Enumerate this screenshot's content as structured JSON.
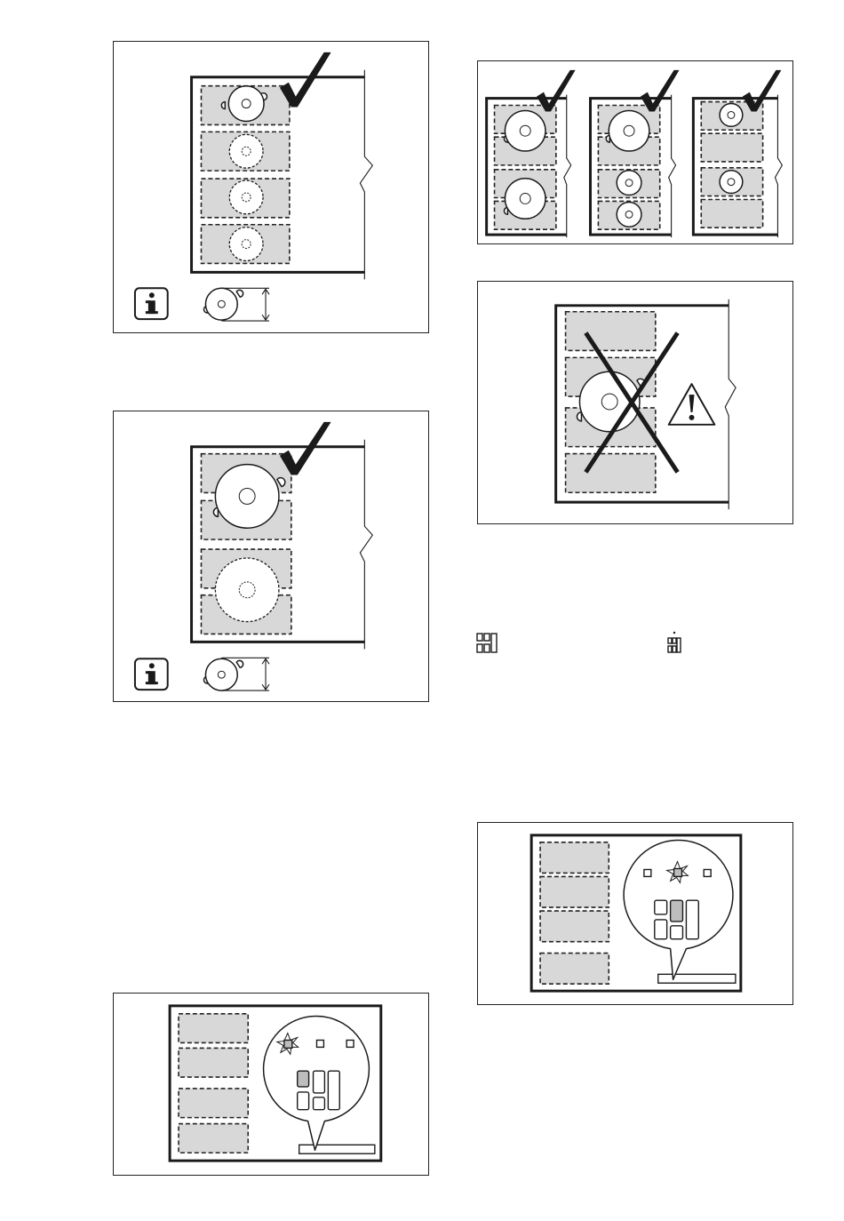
{
  "figures": [
    {
      "id": "fig-single-zone-pan",
      "icons": [
        "tick-icon",
        "info-icon",
        "pan-height-icon"
      ]
    },
    {
      "id": "fig-bridge-zone-pan",
      "icons": [
        "tick-icon",
        "info-icon",
        "pan-height-icon"
      ]
    },
    {
      "id": "fig-pan-placement-options",
      "icons": [
        "tick-icon",
        "tick-icon",
        "tick-icon"
      ]
    },
    {
      "id": "fig-wrong-pan-placement",
      "icons": [
        "cross-icon",
        "warning-icon"
      ]
    },
    {
      "id": "fig-display-left-zone",
      "icons": [
        "display-callout-icon",
        "blinking-indicator-icon"
      ]
    },
    {
      "id": "fig-display-center-zone",
      "icons": [
        "display-callout-icon",
        "blinking-indicator-icon"
      ]
    }
  ],
  "inline_symbols": [
    "display-digits-icon",
    "display-digits-dot-icon"
  ],
  "colors": {
    "zone_fill": "#d8d8d8",
    "line": "#1a1a1a",
    "background": "#ffffff",
    "display_fill": "#bdbdbd"
  }
}
